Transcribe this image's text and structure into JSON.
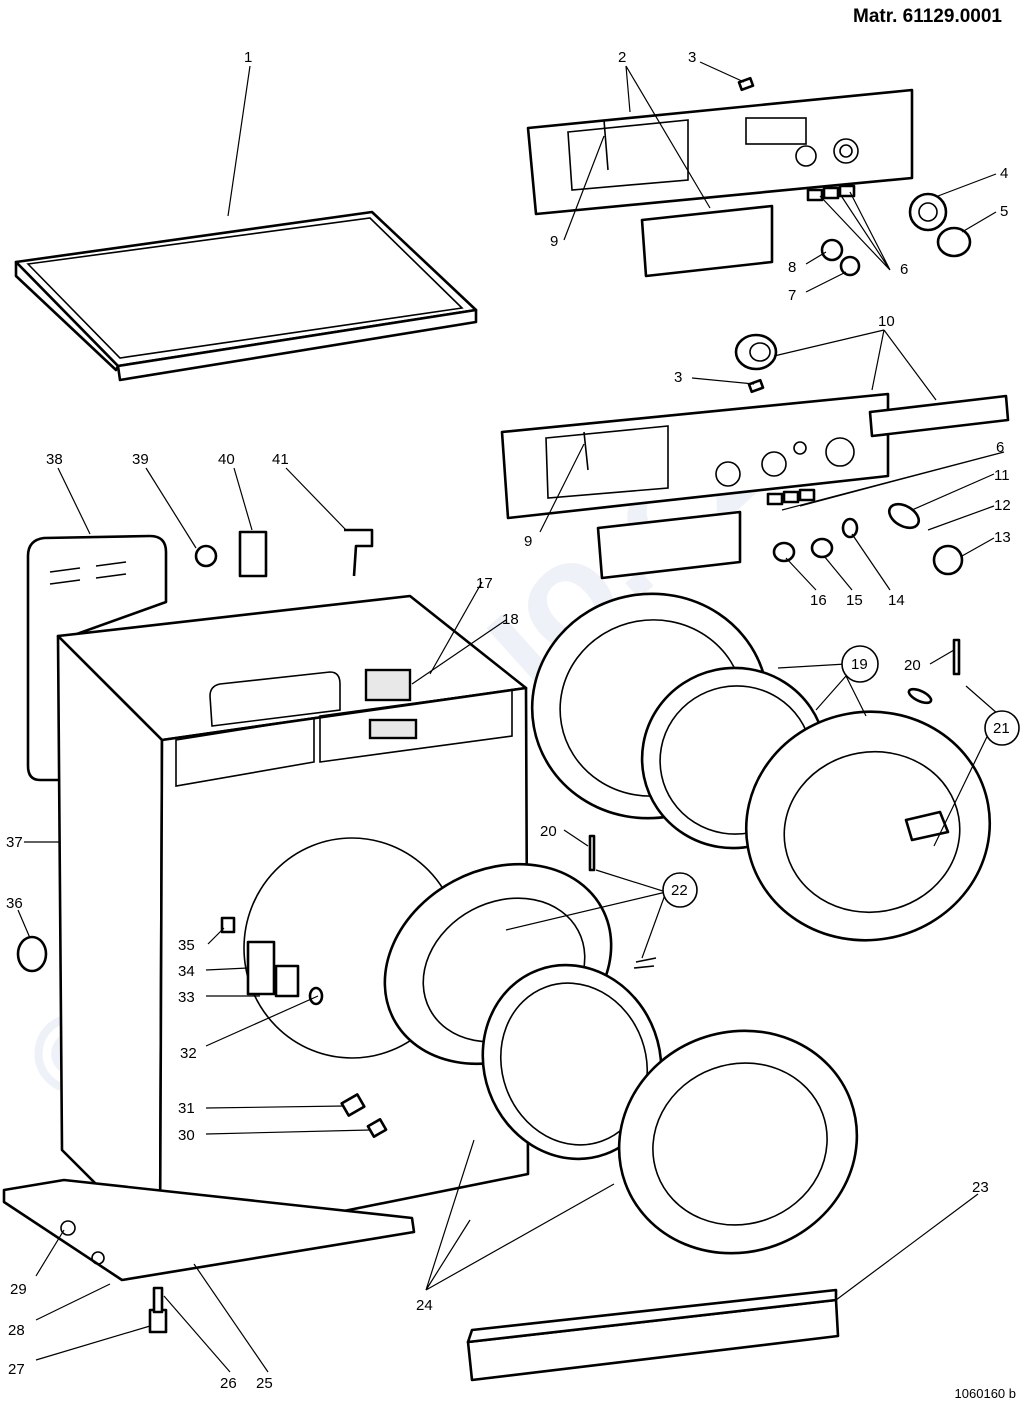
{
  "header": {
    "matr_label": "Matr. 61129.0001"
  },
  "footer": {
    "drawing_number": "1060160 b"
  },
  "callouts": [
    {
      "id": "c1",
      "text": "1"
    },
    {
      "id": "c2",
      "text": "2"
    },
    {
      "id": "c3a",
      "text": "3"
    },
    {
      "id": "c4",
      "text": "4"
    },
    {
      "id": "c5",
      "text": "5"
    },
    {
      "id": "c6a",
      "text": "6"
    },
    {
      "id": "c7",
      "text": "7"
    },
    {
      "id": "c8",
      "text": "8"
    },
    {
      "id": "c9a",
      "text": "9"
    },
    {
      "id": "c10",
      "text": "10"
    },
    {
      "id": "c3b",
      "text": "3"
    },
    {
      "id": "c6b",
      "text": "6"
    },
    {
      "id": "c11",
      "text": "11"
    },
    {
      "id": "c12",
      "text": "12"
    },
    {
      "id": "c13",
      "text": "13"
    },
    {
      "id": "c9b",
      "text": "9"
    },
    {
      "id": "c14",
      "text": "14"
    },
    {
      "id": "c15",
      "text": "15"
    },
    {
      "id": "c16",
      "text": "16"
    },
    {
      "id": "c38",
      "text": "38"
    },
    {
      "id": "c39",
      "text": "39"
    },
    {
      "id": "c40",
      "text": "40"
    },
    {
      "id": "c41",
      "text": "41"
    },
    {
      "id": "c17",
      "text": "17"
    },
    {
      "id": "c18",
      "text": "18"
    },
    {
      "id": "c19",
      "text": "19"
    },
    {
      "id": "c20a",
      "text": "20"
    },
    {
      "id": "c21",
      "text": "21"
    },
    {
      "id": "c37",
      "text": "37"
    },
    {
      "id": "c20b",
      "text": "20"
    },
    {
      "id": "c22",
      "text": "22"
    },
    {
      "id": "c36",
      "text": "36"
    },
    {
      "id": "c35",
      "text": "35"
    },
    {
      "id": "c34",
      "text": "34"
    },
    {
      "id": "c33",
      "text": "33"
    },
    {
      "id": "c32",
      "text": "32"
    },
    {
      "id": "c31",
      "text": "31"
    },
    {
      "id": "c30",
      "text": "30"
    },
    {
      "id": "c23",
      "text": "23"
    },
    {
      "id": "c29",
      "text": "29"
    },
    {
      "id": "c28",
      "text": "28"
    },
    {
      "id": "c24",
      "text": "24"
    },
    {
      "id": "c27",
      "text": "27"
    },
    {
      "id": "c26",
      "text": "26"
    },
    {
      "id": "c25",
      "text": "25"
    }
  ]
}
